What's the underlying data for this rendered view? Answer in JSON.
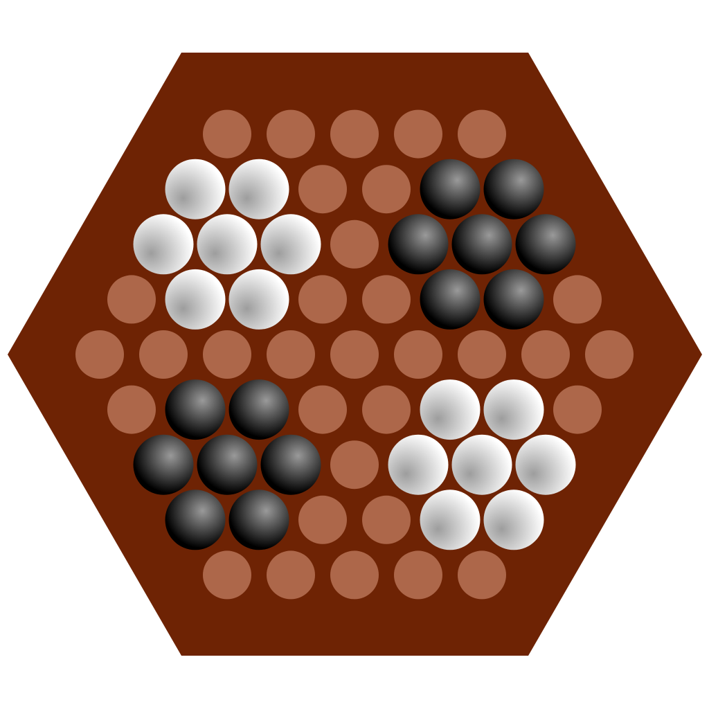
{
  "game": "abalone",
  "colors": {
    "background": "#ffffff",
    "board": "#6e2304",
    "hole": "#ad674a",
    "black_marble_highlight": "#9a9a9a",
    "black_marble_base": "#000000",
    "white_marble_highlight": "#9d9d9d",
    "white_marble_base": "#ffffff"
  },
  "board": {
    "rows": [
      [
        "empty",
        "empty",
        "empty",
        "empty",
        "empty"
      ],
      [
        "white",
        "white",
        "empty",
        "empty",
        "black",
        "black"
      ],
      [
        "white",
        "white",
        "white",
        "empty",
        "black",
        "black",
        "black"
      ],
      [
        "empty",
        "white",
        "white",
        "empty",
        "empty",
        "black",
        "black",
        "empty"
      ],
      [
        "empty",
        "empty",
        "empty",
        "empty",
        "empty",
        "empty",
        "empty",
        "empty",
        "empty"
      ],
      [
        "empty",
        "black",
        "black",
        "empty",
        "empty",
        "white",
        "white",
        "empty"
      ],
      [
        "black",
        "black",
        "black",
        "empty",
        "white",
        "white",
        "white"
      ],
      [
        "black",
        "black",
        "empty",
        "empty",
        "white",
        "white"
      ],
      [
        "empty",
        "empty",
        "empty",
        "empty",
        "empty"
      ]
    ]
  },
  "counts": {
    "white_marbles": 14,
    "black_marbles": 14
  }
}
